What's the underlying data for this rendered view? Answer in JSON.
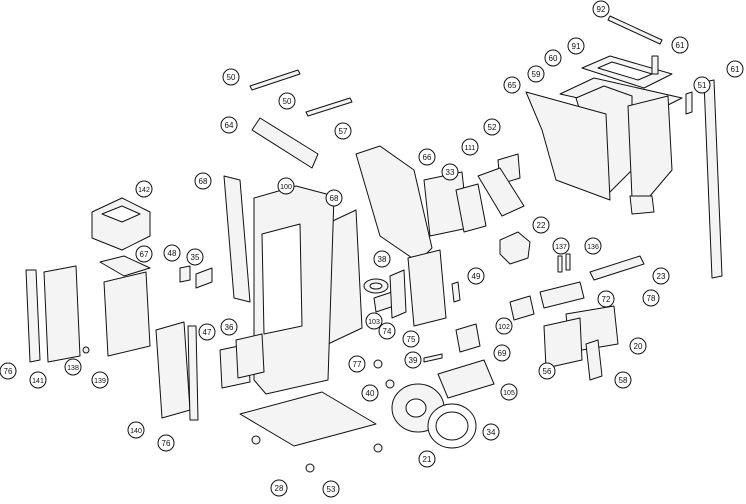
{
  "diagram": {
    "callouts": [
      "92",
      "91",
      "61",
      "60",
      "59",
      "65",
      "61",
      "51",
      "50",
      "50",
      "64",
      "57",
      "52",
      "111",
      "66",
      "33",
      "68",
      "100",
      "68",
      "142",
      "67",
      "48",
      "35",
      "22",
      "137",
      "136",
      "23",
      "78",
      "72",
      "49",
      "38",
      "76",
      "141",
      "138",
      "139",
      "47",
      "36",
      "103",
      "74",
      "75",
      "102",
      "69",
      "20",
      "77",
      "39",
      "40",
      "105",
      "56",
      "58",
      "140",
      "76",
      "21",
      "34",
      "28",
      "53"
    ]
  }
}
